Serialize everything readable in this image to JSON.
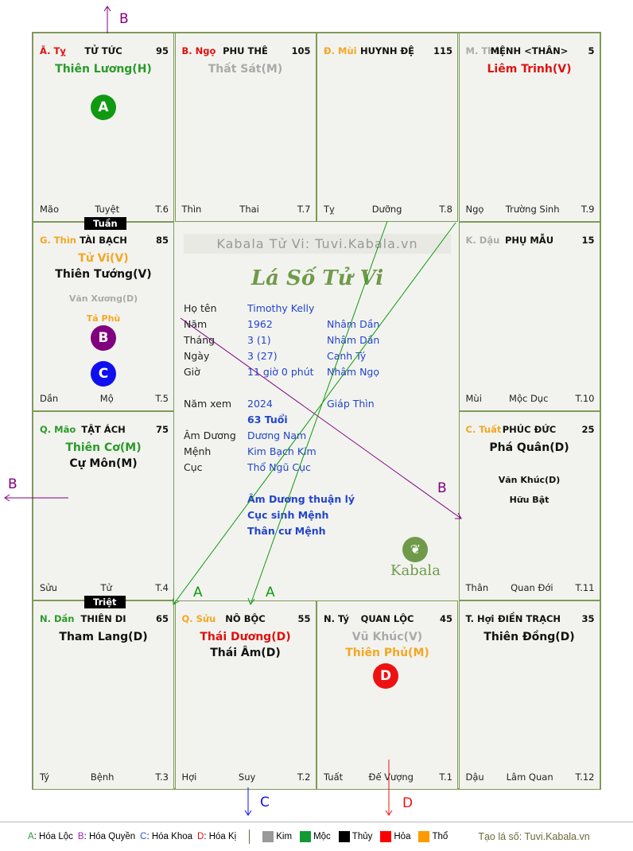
{
  "header": {
    "site": "Kabala Tử Vi: Tuvi.Kabala.vn",
    "title": "Lá Số Tử Vi",
    "logo": "Kabala"
  },
  "cells": [
    {
      "can": "Ã. Tỵ",
      "can_color": "#e01010",
      "cung": "TỬ TỨC",
      "num": "95",
      "stars": [
        {
          "t": "Thiên Lương(H)",
          "c": "#2a9a2a"
        }
      ],
      "minor": [],
      "branch": "Mão",
      "phase": "Tuyệt",
      "t": "T.6"
    },
    {
      "can": "B. Ngọ",
      "can_color": "#e01010",
      "cung": "PHU THÊ",
      "num": "105",
      "stars": [
        {
          "t": "Thất Sát(M)",
          "c": "#aaaaaa"
        }
      ],
      "minor": [],
      "branch": "Thìn",
      "phase": "Thai",
      "t": "T.7"
    },
    {
      "can": "Đ. Mùi",
      "can_color": "#f5a623",
      "cung": "HUYNH ĐỆ",
      "num": "115",
      "stars": [],
      "minor": [],
      "branch": "Tỵ",
      "phase": "Dưỡng",
      "t": "T.8"
    },
    {
      "can": "M. Thâ",
      "can_color": "#aaaaaa",
      "cung": "MỆNH <THÂN>",
      "num": "5",
      "stars": [
        {
          "t": "Liêm Trinh(V)",
          "c": "#e01010"
        }
      ],
      "minor": [],
      "branch": "Ngọ",
      "phase": "Trường Sinh",
      "t": "T.9"
    },
    {
      "can": "G. Thìn",
      "can_color": "#f5a623",
      "cung": "TÀI BẠCH",
      "num": "85",
      "stars": [
        {
          "t": "Tử Vi(V)",
          "c": "#f5a623"
        },
        {
          "t": "Thiên Tướng(V)",
          "c": "#111111"
        }
      ],
      "minor": [
        {
          "t": "Văn Xương(D)",
          "c": "#aaaaaa"
        },
        {
          "t": "Tả Phù",
          "c": "#f5a623"
        }
      ],
      "branch": "Dần",
      "phase": "Mộ",
      "t": "T.5"
    },
    {
      "can": "K. Dậu",
      "can_color": "#aaaaaa",
      "cung": "PHỤ MẪU",
      "num": "15",
      "stars": [],
      "minor": [],
      "branch": "Mùi",
      "phase": "Mộc Dục",
      "t": "T.10"
    },
    {
      "can": "Q. Mão",
      "can_color": "#2a9a2a",
      "cung": "TẬT ÁCH",
      "num": "75",
      "stars": [
        {
          "t": "Thiên Cơ(M)",
          "c": "#2a9a2a"
        },
        {
          "t": "Cự Môn(M)",
          "c": "#111111"
        }
      ],
      "minor": [],
      "branch": "Sửu",
      "phase": "Tử",
      "t": "T.4"
    },
    {
      "can": "C. Tuất",
      "can_color": "#f5a623",
      "cung": "PHÚC ĐỨC",
      "num": "25",
      "stars": [
        {
          "t": "Phá Quân(D)",
          "c": "#111111"
        }
      ],
      "minor": [
        {
          "t": "Văn Khúc(D)",
          "c": "#111111"
        },
        {
          "t": "Hữu Bật",
          "c": "#111111"
        }
      ],
      "branch": "Thân",
      "phase": "Quan Đới",
      "t": "T.11"
    },
    {
      "can": "N. Dần",
      "can_color": "#2a9a2a",
      "cung": "THIÊN DI",
      "num": "65",
      "stars": [
        {
          "t": "Tham Lang(D)",
          "c": "#111111"
        }
      ],
      "minor": [],
      "branch": "Tý",
      "phase": "Bệnh",
      "t": "T.3"
    },
    {
      "can": "Q. Sửu",
      "can_color": "#f5a623",
      "cung": "NÔ BỘC",
      "num": "55",
      "stars": [
        {
          "t": "Thái Dương(D)",
          "c": "#e01010"
        },
        {
          "t": "Thái Âm(D)",
          "c": "#111111"
        }
      ],
      "minor": [],
      "branch": "Hợi",
      "phase": "Suy",
      "t": "T.2"
    },
    {
      "can": "N. Tý",
      "can_color": "#111111",
      "cung": "QUAN LỘC",
      "num": "45",
      "stars": [
        {
          "t": "Vũ Khúc(V)",
          "c": "#aaaaaa"
        },
        {
          "t": "Thiên Phủ(M)",
          "c": "#f5a623"
        }
      ],
      "minor": [],
      "branch": "Tuất",
      "phase": "Đế Vượng",
      "t": "T.1"
    },
    {
      "can": "T. Hợi",
      "can_color": "#111111",
      "cung": "ĐIỀN TRẠCH",
      "num": "35",
      "stars": [
        {
          "t": "Thiên Đồng(D)",
          "c": "#111111"
        }
      ],
      "minor": [],
      "branch": "Dậu",
      "phase": "Lâm Quan",
      "t": "T.12"
    }
  ],
  "tags": {
    "tuan": "Tuần",
    "triet": "Triệt"
  },
  "info": {
    "rows": [
      [
        "Họ tên",
        "Timothy Kelly",
        ""
      ],
      [
        "Năm",
        "1962",
        "Nhâm Dần"
      ],
      [
        "Tháng",
        "3  (1)",
        "Nhâm Dần"
      ],
      [
        "Ngày",
        "3  (27)",
        "Canh Tý"
      ],
      [
        "Giờ",
        "11 giờ 0 phút",
        "Nhâm Ngọ"
      ]
    ],
    "rows2": [
      [
        "Năm xem",
        "2024",
        "Giáp Thìn"
      ],
      [
        "",
        "63 Tuổi",
        ""
      ],
      [
        "Âm Dương",
        "Dương Nam",
        ""
      ],
      [
        "Mệnh",
        "Kim Bạch Kim",
        ""
      ],
      [
        "Cục",
        "Thổ Ngũ Cục",
        ""
      ]
    ],
    "notes": [
      "Âm Dương thuận lý",
      "Cục sinh Mệnh",
      "Thân cư Mệnh"
    ]
  },
  "markers": {
    "A": "A",
    "B": "B",
    "C": "C",
    "D": "D"
  },
  "legend": {
    "hoa": [
      {
        "k": "A",
        "t": ": Hóa Lộc",
        "c": "#2a9a2a"
      },
      {
        "k": "B",
        "t": ": Hóa Quyền",
        "c": "#a020c0"
      },
      {
        "k": "C",
        "t": ": Hóa Khoa",
        "c": "#2255ee"
      },
      {
        "k": "D",
        "t": ": Hóa Kị",
        "c": "#e01010"
      }
    ],
    "elements": [
      {
        "t": "Kim",
        "c": "#999999"
      },
      {
        "t": "Mộc",
        "c": "#119933"
      },
      {
        "t": "Thủy",
        "c": "#000000"
      },
      {
        "t": "Hỏa",
        "c": "#ff0000"
      },
      {
        "t": "Thổ",
        "c": "#ff9900"
      }
    ],
    "credit": "Tạo lá số: Tuvi.Kabala.vn"
  }
}
